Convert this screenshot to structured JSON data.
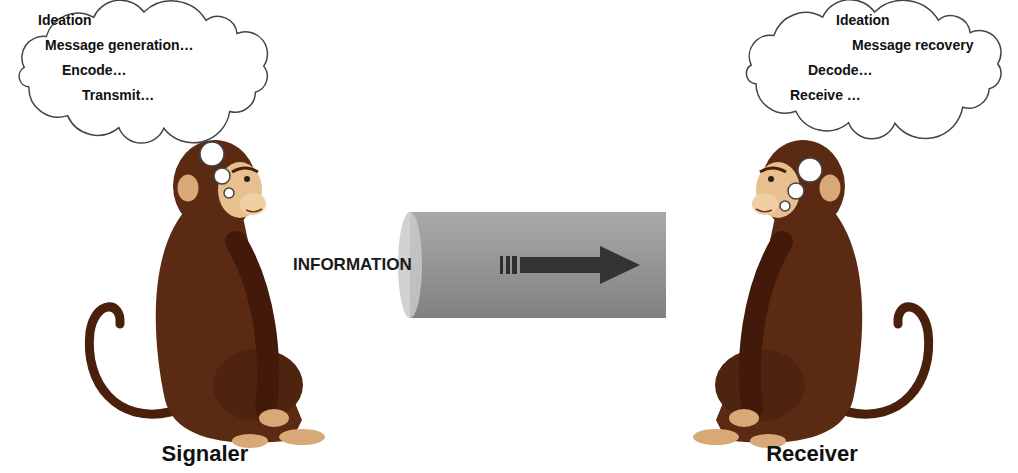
{
  "diagram": {
    "nodes": [
      {
        "text": [
          "Ideation",
          "Message generation…",
          "Encode…",
          "Transmit…"
        ]
      },
      {
        "text": [
          "Ideation",
          "Message recovery",
          "Decode…",
          "Receive …"
        ]
      },
      {
        "text": [
          "INFORMATION"
        ]
      }
    ],
    "labels": [
      "Signaler",
      "Receiver"
    ]
  }
}
